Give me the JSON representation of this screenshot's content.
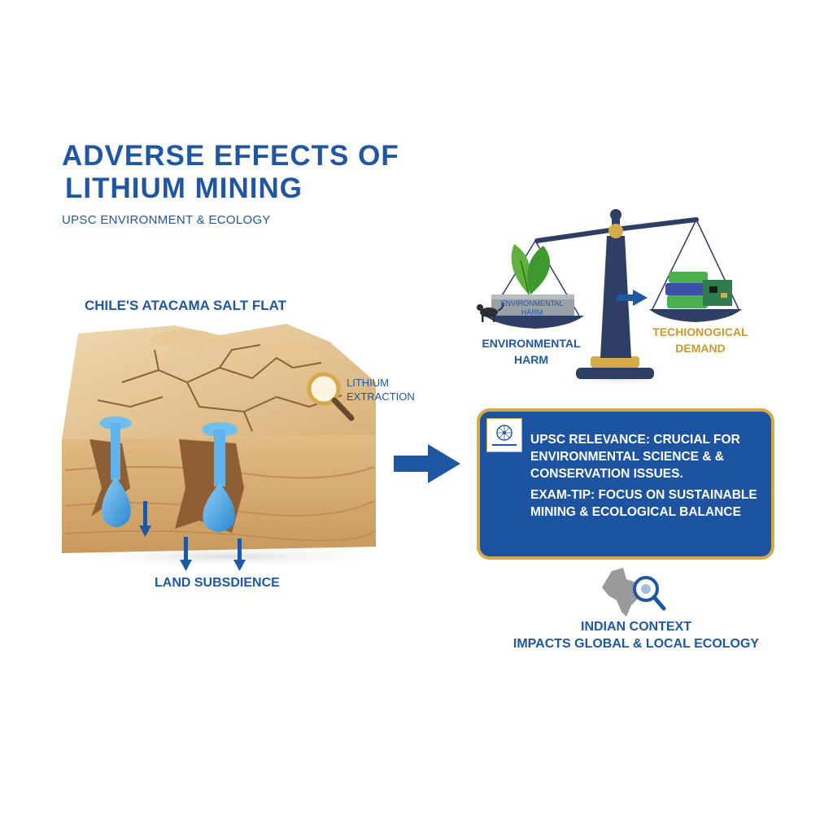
{
  "title": {
    "line1": "ADVERSE EFFECTS OF",
    "line2": "LITHIUM MINING",
    "subtitle": "UPSC ENVIRONMENT & ECOLOGY"
  },
  "left_panel": {
    "location_label": "CHILE'S ATACAMA SALT FLAT",
    "extraction_label_1": "LITHIUM",
    "extraction_label_2": "EXTRACTION",
    "subsidence_label": "LAND SUBSDIENCE"
  },
  "balance": {
    "plate_label": "ENVIRONMENTAL HARM",
    "left_label": "ENVIRONMENTAL HARM",
    "right_label": "TECHIONOGICAL DEMAND"
  },
  "info_box": {
    "relevance": "UPSC RELEVANCE: CRUCIAL FOR ENVIRONMENTAL SCIENCE & & CONSERVATION ISSUES.",
    "exam_tip": "EXAM-TIP: FOCUS ON SUSTAINABLE MINING & ECOLOGICAL BALANCE"
  },
  "india": {
    "line1": "INDIAN CONTEXT",
    "line2": "IMPACTS GLOBAL & LOCAL ECOLOGY"
  },
  "colors": {
    "primary_blue": "#1f57a3",
    "gold": "#c99a2e",
    "sand": "#e3c394",
    "water": "#4aa3e0"
  }
}
